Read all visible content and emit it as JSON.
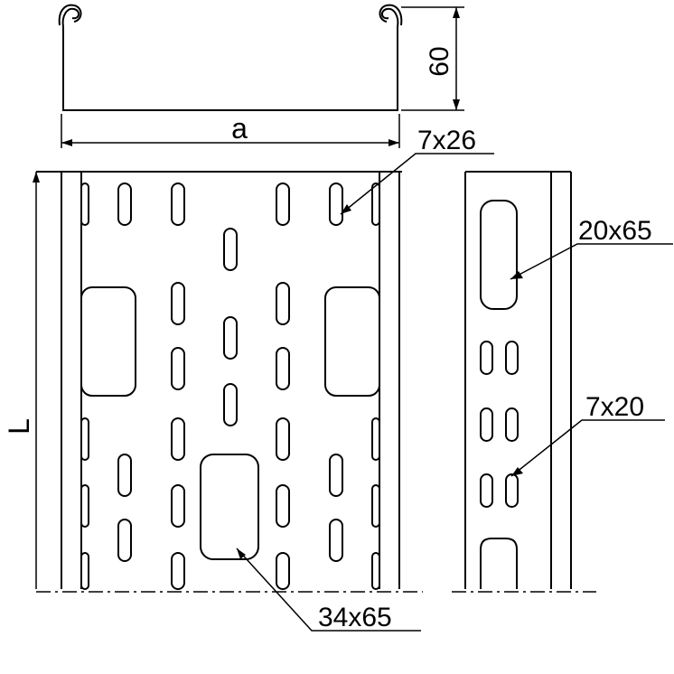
{
  "labels": {
    "width_symbol": "a",
    "height_value": "60",
    "length_symbol": "L",
    "hole_floor_small": "7x26",
    "hole_floor_large": "34x65",
    "hole_side_large": "20x65",
    "hole_side_small": "7x20"
  },
  "colors": {
    "line": "#000000",
    "background": "#ffffff"
  }
}
